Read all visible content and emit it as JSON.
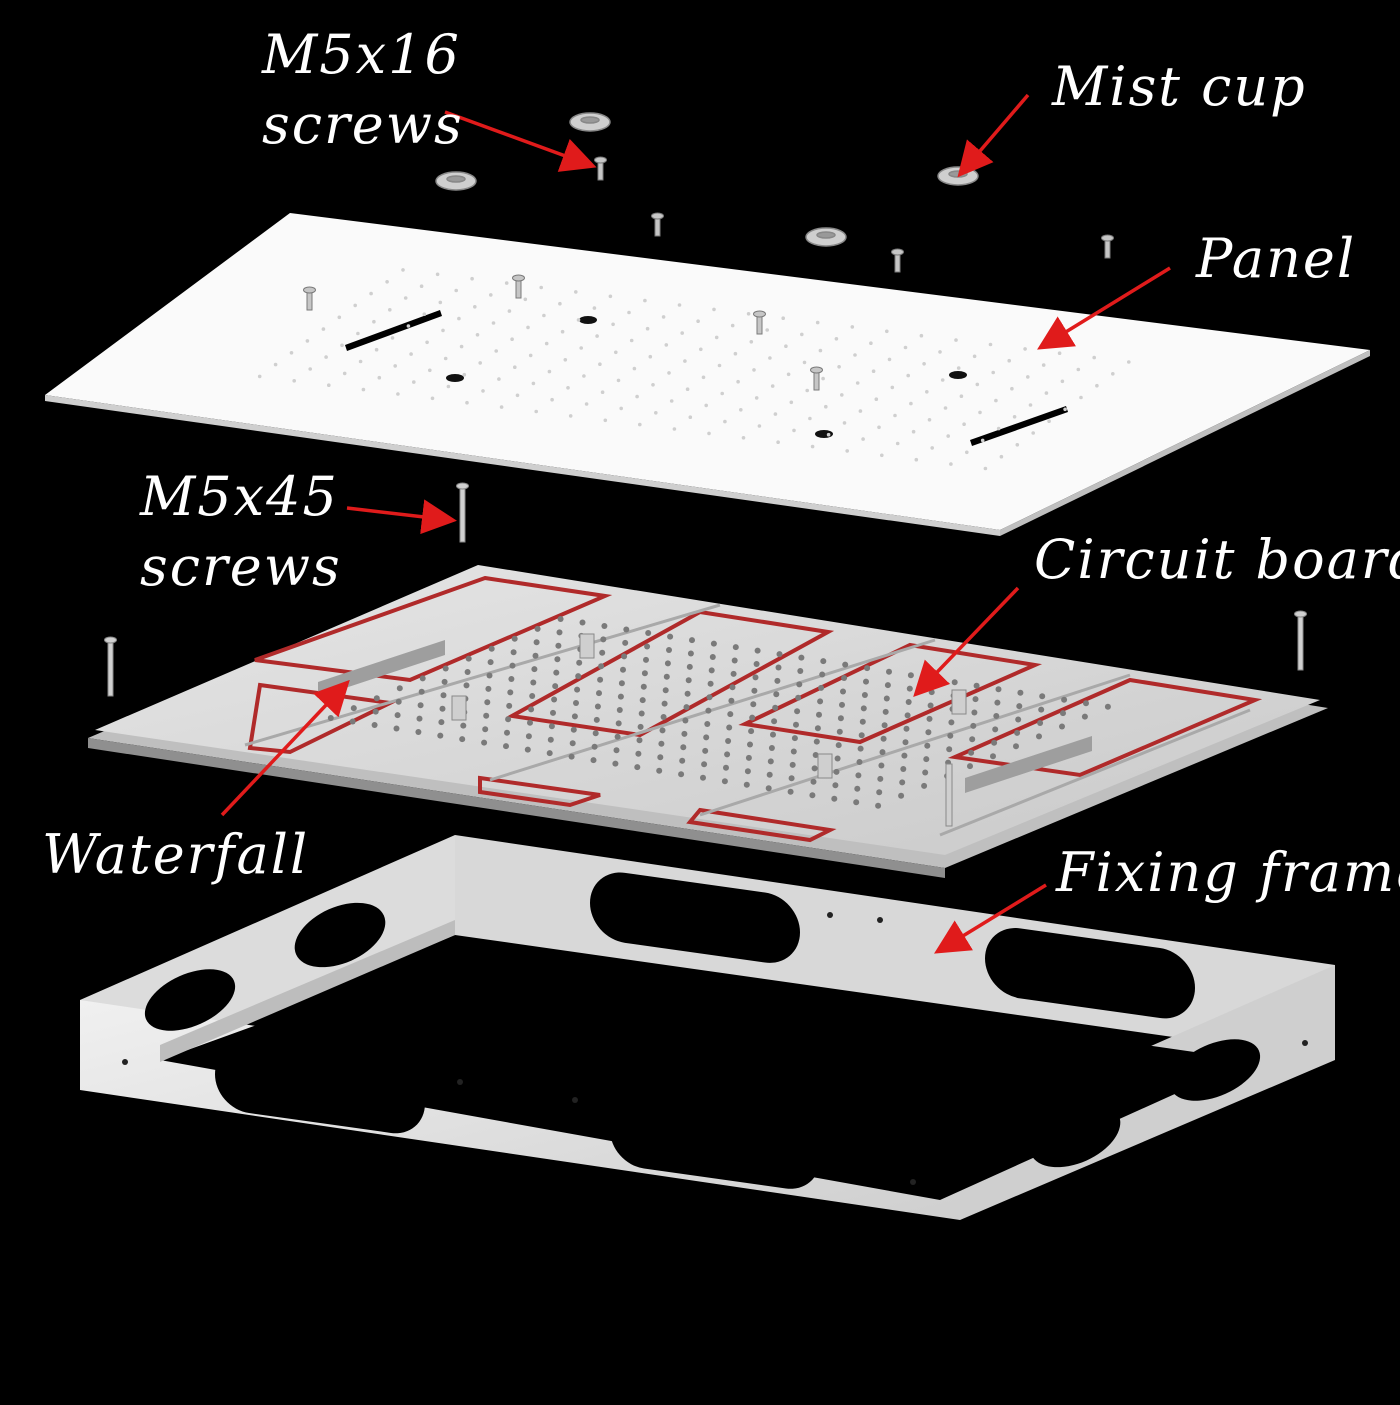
{
  "labels": {
    "m5x16_line1": "M5x16",
    "m5x16_line2": "screws",
    "mist_cup": "Mist cup",
    "panel": "Panel",
    "m5x45_line1": "M5x45",
    "m5x45_line2": "screws",
    "circuit_board": "Circuit board",
    "waterfall": "Waterfall",
    "fixing_frame": "Fixing frame"
  },
  "colors": {
    "background": "#000000",
    "label_text": "#ffffff",
    "arrow": "#e01b1b",
    "panel": "#f7f7f7",
    "board": "#d9d9d9",
    "board_outline": "#b02a2a",
    "frame": "#e8e8e8"
  }
}
